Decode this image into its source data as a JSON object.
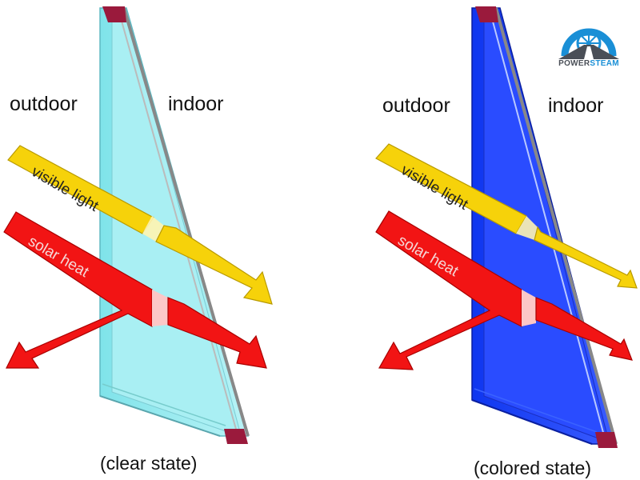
{
  "logo": {
    "text_part1": "POWER",
    "text_part2": "STEAM",
    "colors": {
      "gray": "#4a4f57",
      "blue": "#1a8fd6"
    }
  },
  "panels": [
    {
      "outdoor_label": "outdoor",
      "indoor_label": "indoor",
      "visible_light_label": "visible light",
      "solar_heat_label": "solar heat",
      "state_label": "(clear state)",
      "glass_color": "#8fe8ee"
    },
    {
      "outdoor_label": "outdoor",
      "indoor_label": "indoor",
      "visible_light_label": "visible light",
      "solar_heat_label": "solar heat",
      "state_label": "(colored state)",
      "glass_color": "#1c3ff0"
    }
  ],
  "colors": {
    "visible_light": "#f6d20a",
    "solar_heat": "#f21414",
    "frame": "#9a1a3c"
  }
}
